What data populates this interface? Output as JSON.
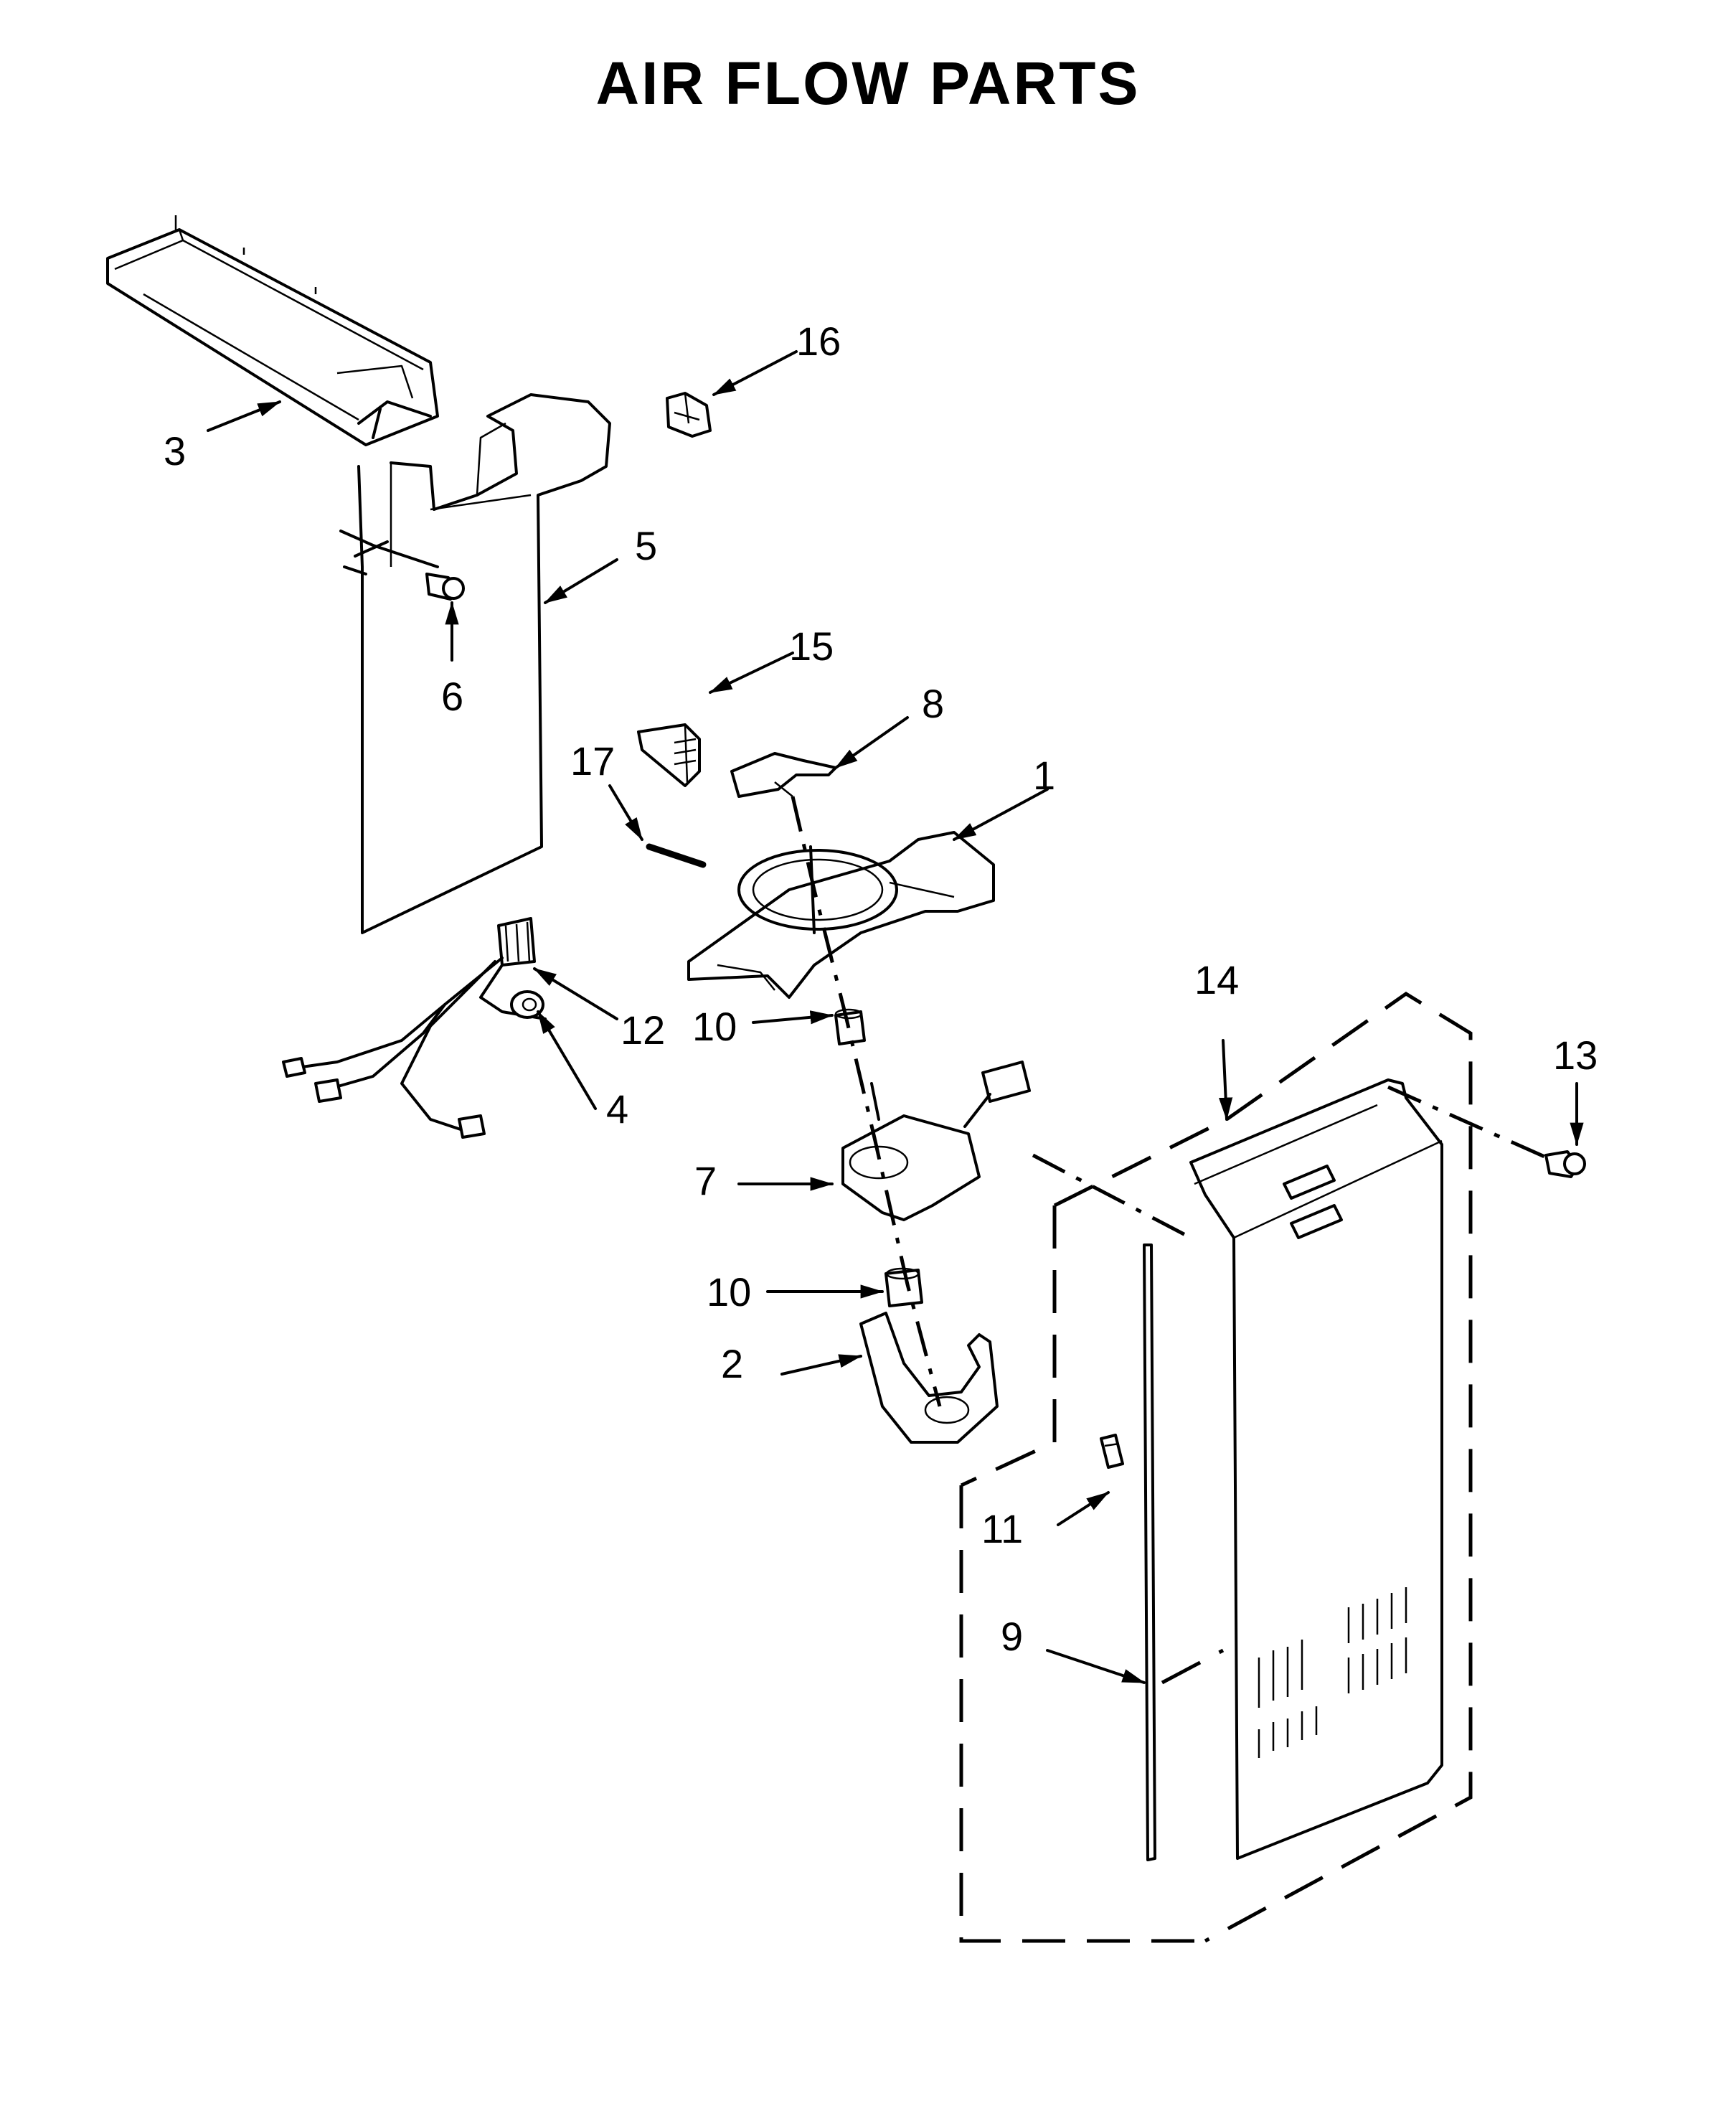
{
  "title": "AIR FLOW PARTS",
  "callouts": [
    {
      "id": "c1",
      "label": "1"
    },
    {
      "id": "c2",
      "label": "2"
    },
    {
      "id": "c3",
      "label": "3"
    },
    {
      "id": "c4",
      "label": "4"
    },
    {
      "id": "c5",
      "label": "5"
    },
    {
      "id": "c6",
      "label": "6"
    },
    {
      "id": "c7",
      "label": "7"
    },
    {
      "id": "c8",
      "label": "8"
    },
    {
      "id": "c9",
      "label": "9"
    },
    {
      "id": "c10a",
      "label": "10"
    },
    {
      "id": "c10b",
      "label": "10"
    },
    {
      "id": "c11",
      "label": "11"
    },
    {
      "id": "c12",
      "label": "12"
    },
    {
      "id": "c13",
      "label": "13"
    },
    {
      "id": "c14",
      "label": "14"
    },
    {
      "id": "c15",
      "label": "15"
    },
    {
      "id": "c16",
      "label": "16"
    },
    {
      "id": "c17",
      "label": "17"
    }
  ]
}
